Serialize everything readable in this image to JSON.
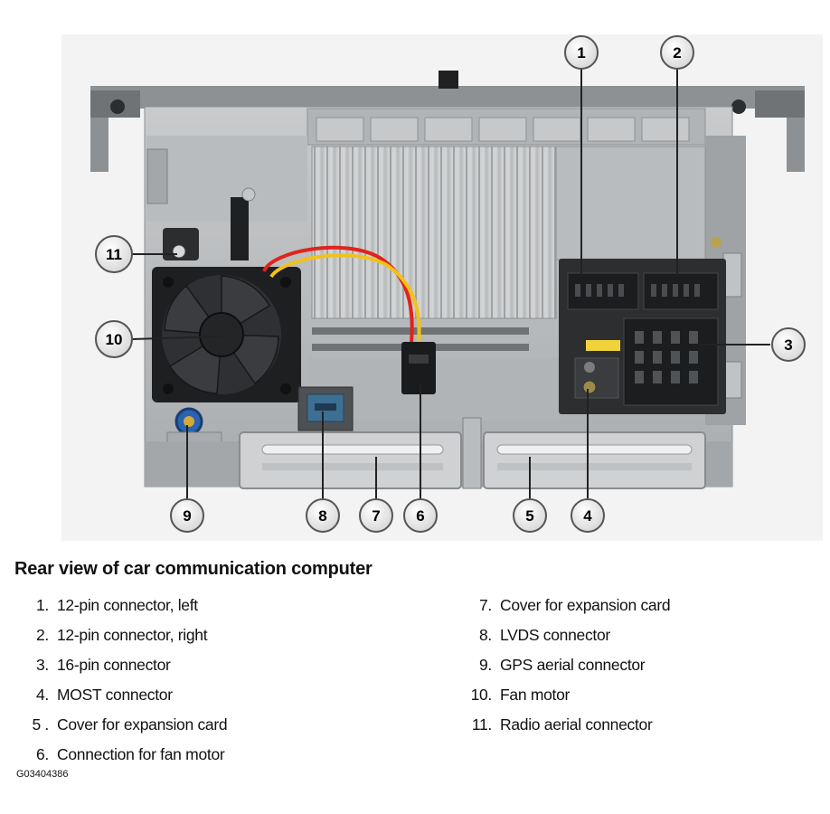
{
  "caption": {
    "title": "Rear view of car communication computer"
  },
  "legend_left": [
    {
      "num": "1.",
      "text": "12-pin connector, left"
    },
    {
      "num": "2.",
      "text": "12-pin connector, right"
    },
    {
      "num": "3.",
      "text": "16-pin connector"
    },
    {
      "num": "4.",
      "text": "MOST connector"
    },
    {
      "num": "5 .",
      "text": "Cover for expansion card"
    },
    {
      "num": "6.",
      "text": "Connection for fan motor"
    }
  ],
  "legend_right": [
    {
      "num": "7.",
      "text": "Cover for expansion card"
    },
    {
      "num": "8.",
      "text": "LVDS connector"
    },
    {
      "num": "9.",
      "text": "GPS aerial connector"
    },
    {
      "num": "10.",
      "text": "Fan motor"
    },
    {
      "num": "11.",
      "text": "Radio aerial connector"
    }
  ],
  "callouts": [
    "1",
    "2",
    "3",
    "4",
    "5",
    "6",
    "7",
    "8",
    "9",
    "10",
    "11"
  ],
  "figure_code": "G03404386",
  "colors": {
    "housing": "#b7babd",
    "heatsink": "#c9cbcd",
    "connector": "#2c2e30",
    "fan": "#1e1f21",
    "lvds": "#3d6f93",
    "gps": "#2a63b0",
    "wire_red": "#e0231c",
    "wire_yellow": "#f2c21a",
    "callout_fill": "#f1f1f1",
    "callout_stroke": "#555555"
  }
}
